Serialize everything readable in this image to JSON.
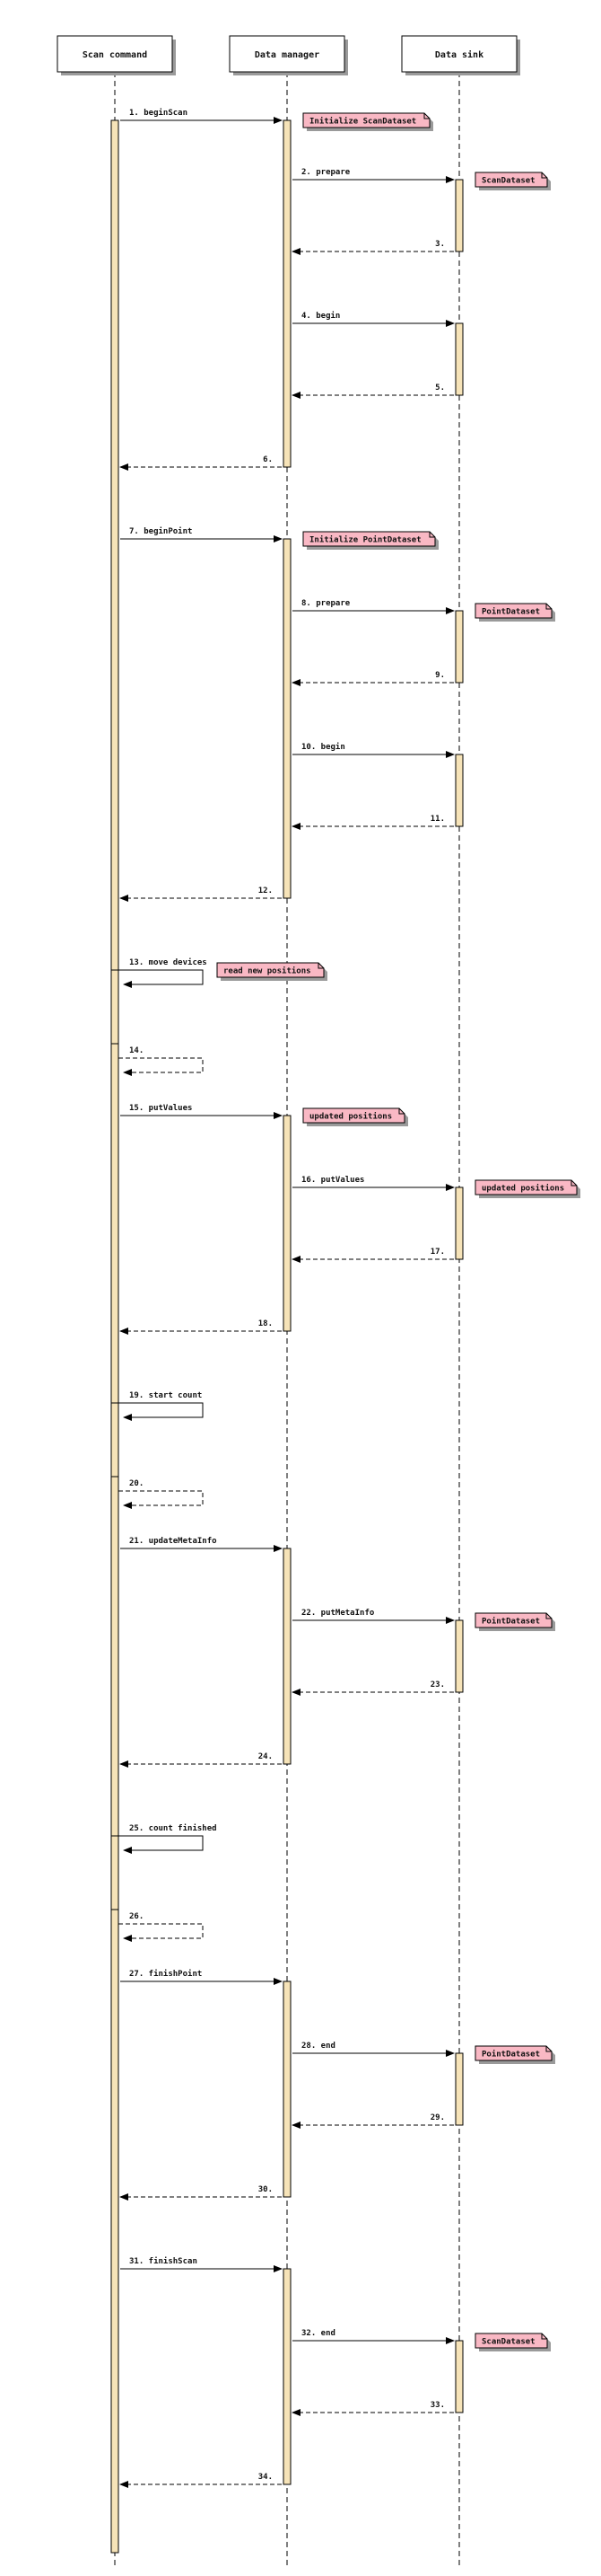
{
  "participants": [
    {
      "id": "scan",
      "label": "Scan command"
    },
    {
      "id": "dm",
      "label": "Data manager"
    },
    {
      "id": "sink",
      "label": "Data sink"
    }
  ],
  "colors": {
    "activation": "#f6e3b8",
    "note": "#f9b8c4",
    "line": "#000000",
    "shadow": "#9a9a9a"
  },
  "messages": [
    {
      "n": "1.",
      "label": "beginScan",
      "from": "scan",
      "to": "dm",
      "dashed": false
    },
    {
      "n": "2.",
      "label": "prepare",
      "from": "dm",
      "to": "sink",
      "dashed": false
    },
    {
      "n": "3.",
      "label": "",
      "from": "sink",
      "to": "dm",
      "dashed": true
    },
    {
      "n": "4.",
      "label": "begin",
      "from": "dm",
      "to": "sink",
      "dashed": false
    },
    {
      "n": "5.",
      "label": "",
      "from": "sink",
      "to": "dm",
      "dashed": true
    },
    {
      "n": "6.",
      "label": "",
      "from": "dm",
      "to": "scan",
      "dashed": true
    },
    {
      "n": "7.",
      "label": "beginPoint",
      "from": "scan",
      "to": "dm",
      "dashed": false
    },
    {
      "n": "8.",
      "label": "prepare",
      "from": "dm",
      "to": "sink",
      "dashed": false
    },
    {
      "n": "9.",
      "label": "",
      "from": "sink",
      "to": "dm",
      "dashed": true
    },
    {
      "n": "10.",
      "label": "begin",
      "from": "dm",
      "to": "sink",
      "dashed": false
    },
    {
      "n": "11.",
      "label": "",
      "from": "sink",
      "to": "dm",
      "dashed": true
    },
    {
      "n": "12.",
      "label": "",
      "from": "dm",
      "to": "scan",
      "dashed": true
    },
    {
      "n": "13.",
      "label": "move devices",
      "from": "scan",
      "to": "scan",
      "dashed": false
    },
    {
      "n": "14.",
      "label": "",
      "from": "scan",
      "to": "scan",
      "dashed": true
    },
    {
      "n": "15.",
      "label": "putValues",
      "from": "scan",
      "to": "dm",
      "dashed": false
    },
    {
      "n": "16.",
      "label": "putValues",
      "from": "dm",
      "to": "sink",
      "dashed": false
    },
    {
      "n": "17.",
      "label": "",
      "from": "sink",
      "to": "dm",
      "dashed": true
    },
    {
      "n": "18.",
      "label": "",
      "from": "dm",
      "to": "scan",
      "dashed": true
    },
    {
      "n": "19.",
      "label": "start count",
      "from": "scan",
      "to": "scan",
      "dashed": false
    },
    {
      "n": "20.",
      "label": "",
      "from": "scan",
      "to": "scan",
      "dashed": true
    },
    {
      "n": "21.",
      "label": "updateMetaInfo",
      "from": "scan",
      "to": "dm",
      "dashed": false
    },
    {
      "n": "22.",
      "label": "putMetaInfo",
      "from": "dm",
      "to": "sink",
      "dashed": false
    },
    {
      "n": "23.",
      "label": "",
      "from": "sink",
      "to": "dm",
      "dashed": true
    },
    {
      "n": "24.",
      "label": "",
      "from": "dm",
      "to": "scan",
      "dashed": true
    },
    {
      "n": "25.",
      "label": "count finished",
      "from": "scan",
      "to": "scan",
      "dashed": false
    },
    {
      "n": "26.",
      "label": "",
      "from": "scan",
      "to": "scan",
      "dashed": true
    },
    {
      "n": "27.",
      "label": "finishPoint",
      "from": "scan",
      "to": "dm",
      "dashed": false
    },
    {
      "n": "28.",
      "label": "end",
      "from": "dm",
      "to": "sink",
      "dashed": false
    },
    {
      "n": "29.",
      "label": "",
      "from": "sink",
      "to": "dm",
      "dashed": true
    },
    {
      "n": "30.",
      "label": "",
      "from": "dm",
      "to": "scan",
      "dashed": true
    },
    {
      "n": "31.",
      "label": "finishScan",
      "from": "scan",
      "to": "dm",
      "dashed": false
    },
    {
      "n": "32.",
      "label": "end",
      "from": "dm",
      "to": "sink",
      "dashed": false
    },
    {
      "n": "33.",
      "label": "",
      "from": "sink",
      "to": "dm",
      "dashed": true
    },
    {
      "n": "34.",
      "label": "",
      "from": "dm",
      "to": "scan",
      "dashed": true
    }
  ],
  "notes": [
    {
      "text": "Initialize ScanDataset",
      "after": "1."
    },
    {
      "text": "ScanDataset",
      "after": "2."
    },
    {
      "text": "Initialize PointDataset",
      "after": "7."
    },
    {
      "text": "PointDataset",
      "after": "8."
    },
    {
      "text": "read new positions",
      "after": "13."
    },
    {
      "text": "updated positions",
      "after": "15."
    },
    {
      "text": "updated positions",
      "after": "16."
    },
    {
      "text": "PointDataset",
      "after": "22."
    },
    {
      "text": "PointDataset",
      "after": "28."
    },
    {
      "text": "ScanDataset",
      "after": "32."
    }
  ]
}
